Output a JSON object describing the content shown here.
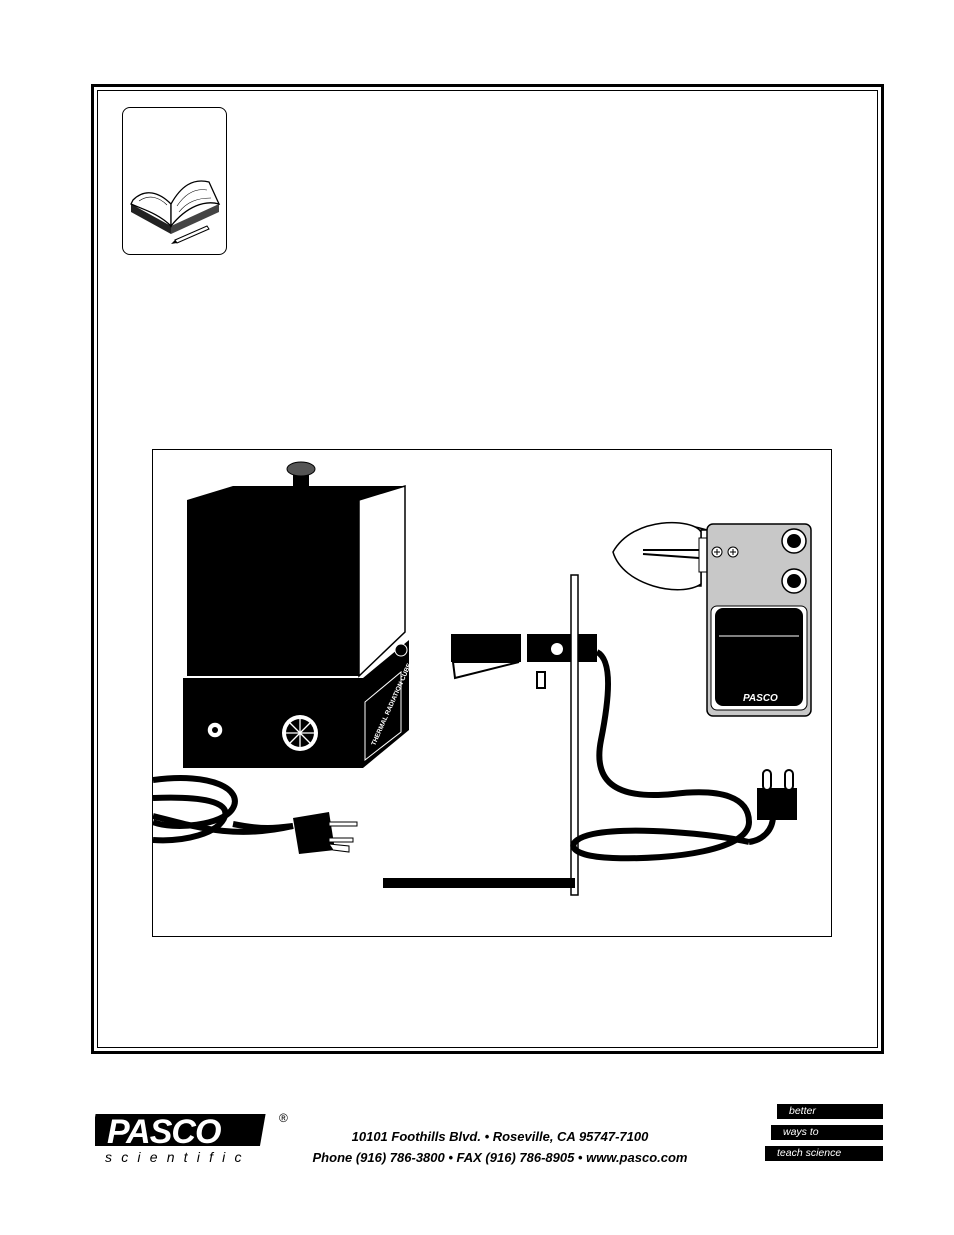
{
  "figure": {
    "furnace_label": "THERMAL RADIATION CUBE",
    "sensor_brand": "PASCO"
  },
  "footer": {
    "logo_text": "PASCO",
    "logo_subtext": "scientific",
    "registered_mark": "®",
    "address_line": "10101 Foothills Blvd. •  Roseville, CA   95747-7100",
    "contact_line": "Phone (916) 786-3800 • FAX (916) 786-8905 • www.pasco.com",
    "tagline": [
      "better",
      "ways to",
      "teach science"
    ]
  }
}
